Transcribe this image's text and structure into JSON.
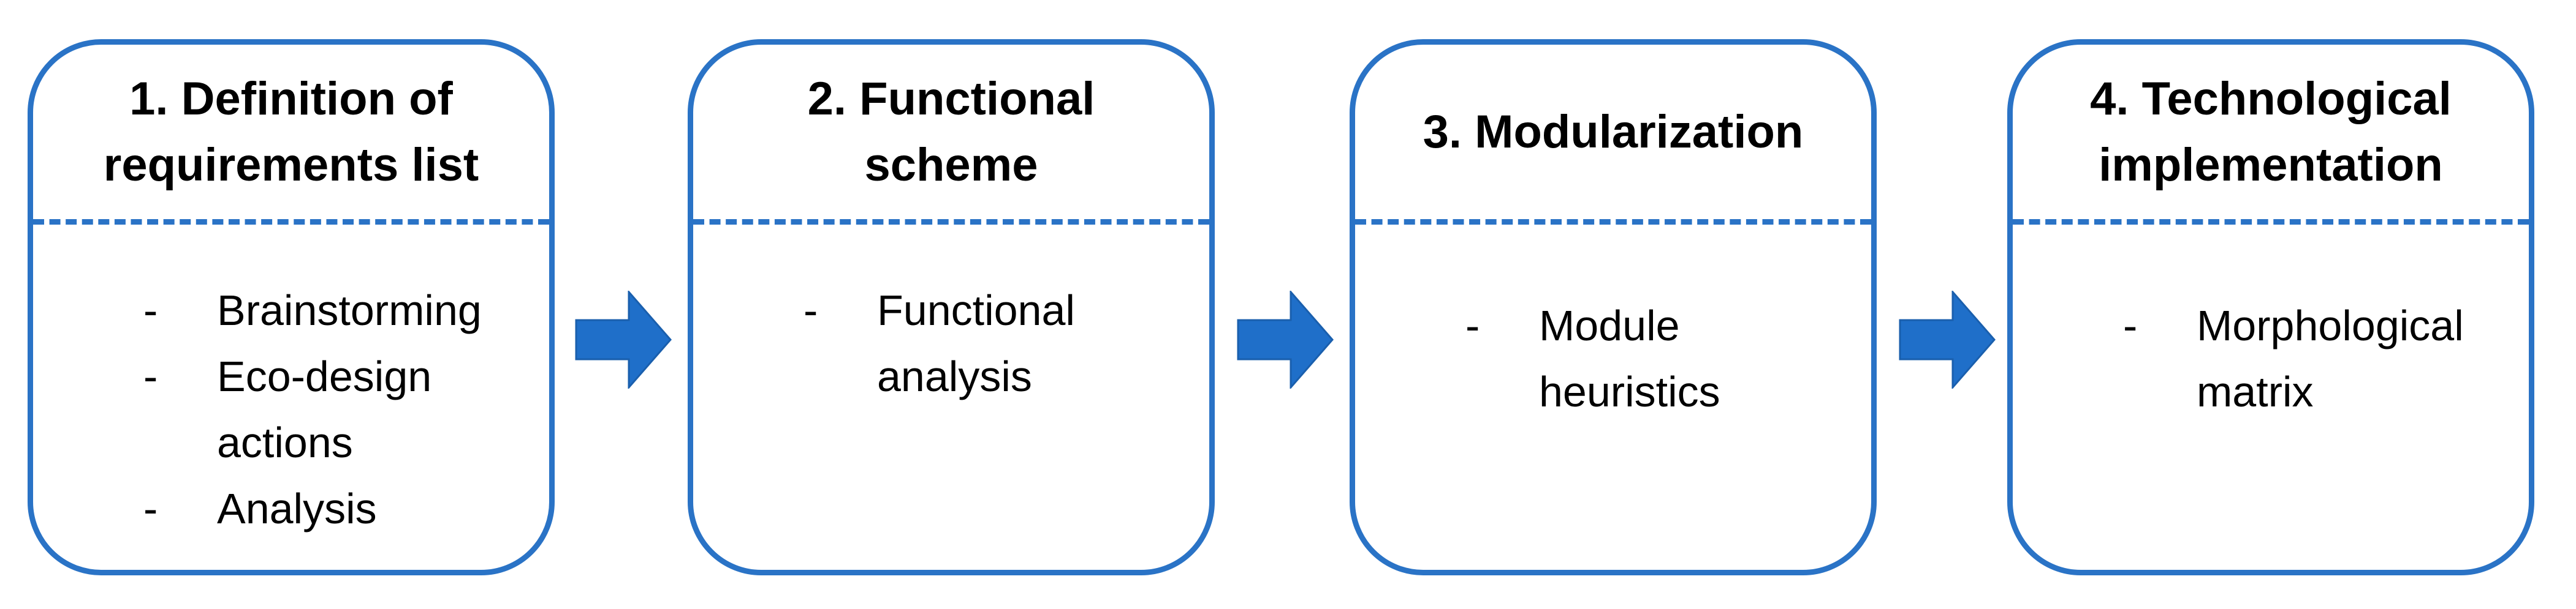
{
  "colors": {
    "border": "#2A73C6",
    "arrow_fill": "#1F6FC9",
    "arrow_stroke": "#1A5FAD"
  },
  "steps": [
    {
      "title_lines": [
        "1. Definition of",
        "requirements list"
      ],
      "items": [
        {
          "dash": "-",
          "lines": [
            "Brainstorming"
          ]
        },
        {
          "dash": "-",
          "lines": [
            "Eco-design",
            "actions"
          ]
        },
        {
          "dash": "-",
          "lines": [
            "Analysis"
          ]
        }
      ]
    },
    {
      "title_lines": [
        "2. Functional",
        "scheme"
      ],
      "items": [
        {
          "dash": "-",
          "lines": [
            "Functional",
            "analysis"
          ]
        }
      ]
    },
    {
      "title_lines": [
        "3. Modularization"
      ],
      "items": [
        {
          "dash": "-",
          "lines": [
            "Module",
            "heuristics"
          ]
        }
      ]
    },
    {
      "title_lines": [
        "4. Technological",
        "implementation"
      ],
      "items": [
        {
          "dash": "-",
          "lines": [
            "Morphological",
            "matrix"
          ]
        }
      ]
    }
  ]
}
